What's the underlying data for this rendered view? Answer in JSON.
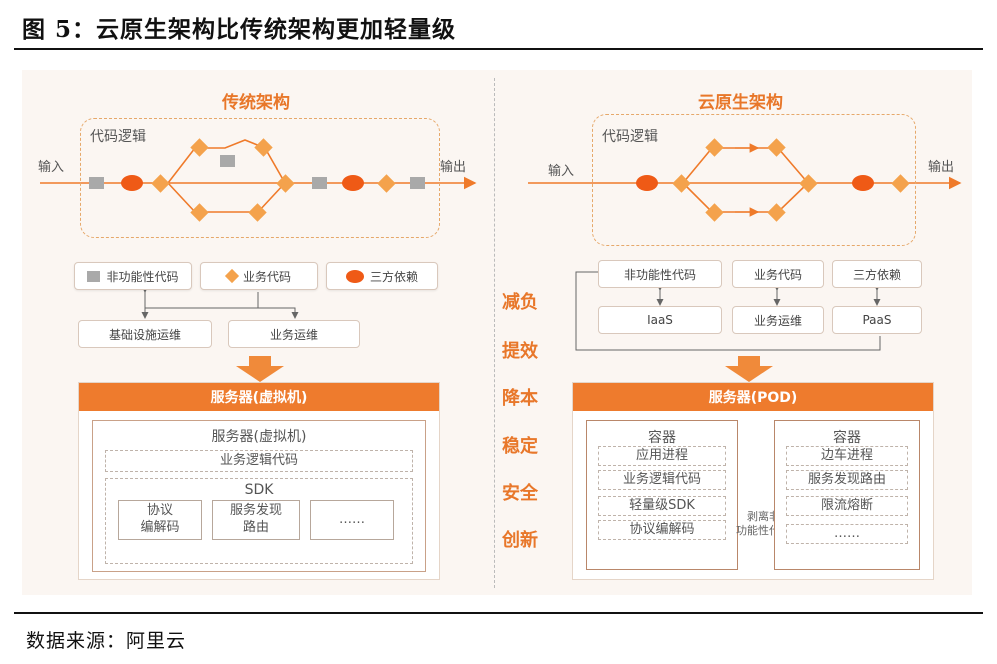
{
  "figure_title": "图 5：云原生架构比传统架构更加轻量级",
  "source": "数据来源：阿里云",
  "left": {
    "title": "传统架构",
    "code_logic": "代码逻辑",
    "input": "输入",
    "output": "输出",
    "legend": [
      "非功能性代码",
      "业务代码",
      "三方依赖"
    ],
    "ops": [
      "基础设施运维",
      "业务运维"
    ],
    "server_title": "服务器(虚拟机)",
    "inner_title": "服务器(虚拟机)",
    "biz_logic": "业务逻辑代码",
    "sdk": "SDK",
    "sdk_items": [
      "协议\n编解码",
      "服务发现\n路由",
      "……"
    ]
  },
  "right": {
    "title": "云原生架构",
    "code_logic": "代码逻辑",
    "input": "输入",
    "output": "输出",
    "legend": [
      "非功能性代码",
      "业务代码",
      "三方依赖"
    ],
    "ops": [
      "IaaS",
      "业务运维",
      "PaaS"
    ],
    "server_title": "服务器(POD)",
    "container_title": "容器",
    "left_container": [
      "应用进程",
      "业务逻辑代码",
      "轻量级SDK",
      "协议编解码"
    ],
    "right_container": [
      "边车进程",
      "服务发现路由",
      "限流熔断",
      "……"
    ],
    "strip_label": "剥离非\n功能性代码"
  },
  "benefits": [
    "减负",
    "提效",
    "降本",
    "稳定",
    "安全",
    "创新"
  ],
  "colors": {
    "accent": "#ee7b2d",
    "diamond": "#f4a24c",
    "dependency": "#ef5a16",
    "nonfunctional": "#a9a9a9"
  }
}
